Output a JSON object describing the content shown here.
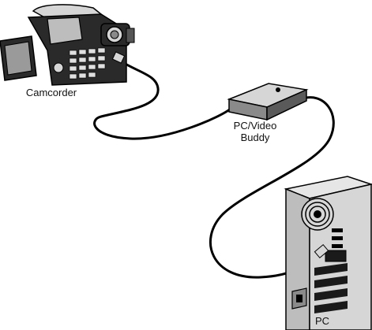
{
  "labels": {
    "camcorder": "Camcorder",
    "buddy_line1": "PC/Video",
    "buddy_line2": "Buddy",
    "pc": "PC"
  },
  "icons": {
    "camcorder": "camcorder-icon",
    "adapter": "usb-adapter-icon",
    "computer": "pc-tower-icon"
  },
  "colors": {
    "line": "#000000",
    "fill_dark": "#1a1a1a",
    "fill_mid": "#8a8a8a",
    "fill_light": "#d6d6d6",
    "background": "#ffffff"
  }
}
